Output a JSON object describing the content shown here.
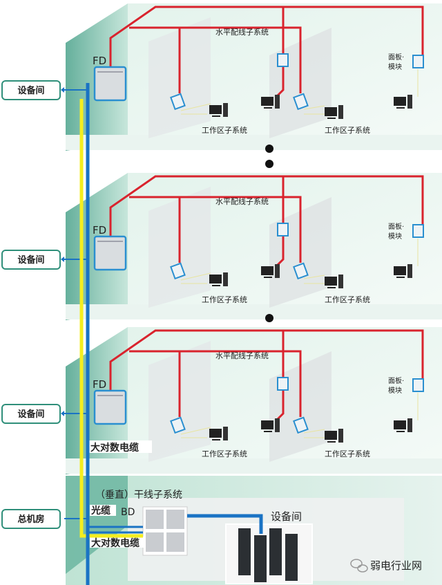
{
  "colors": {
    "horizontal_cable": "#d9232d",
    "fiber": "#1a73c4",
    "copper_backbone": "#f5ee1e",
    "frame": "#2f8f7a"
  },
  "floors": [
    {
      "fd_label": "FD",
      "room_label": "设备间",
      "horizontal_label": "水平配线子系统",
      "work_area_labels": [
        "工作区子系统",
        "工作区子系统"
      ],
      "panel_label": [
        "面板·",
        "模块"
      ]
    },
    {
      "fd_label": "FD",
      "room_label": "设备间",
      "horizontal_label": "水平配线子系统",
      "work_area_labels": [
        "工作区子系统",
        "工作区子系统"
      ],
      "panel_label": [
        "面板·",
        "模块"
      ]
    },
    {
      "fd_label": "FD",
      "room_label": "设备间",
      "horizontal_label": "水平配线子系统",
      "work_area_labels": [
        "工作区子系统",
        "工作区子系统"
      ],
      "panel_label": [
        "面板·",
        "模块"
      ],
      "cable_label": "大对数电缆"
    }
  ],
  "main_room": {
    "room_label": "总机房",
    "backbone_label": "（垂直）干线子系统",
    "fiber_label": "光缆",
    "bd_label": "BD",
    "copper_label": "大对数电缆",
    "equipment_label": "设备间"
  },
  "watermark": "弱电行业网"
}
